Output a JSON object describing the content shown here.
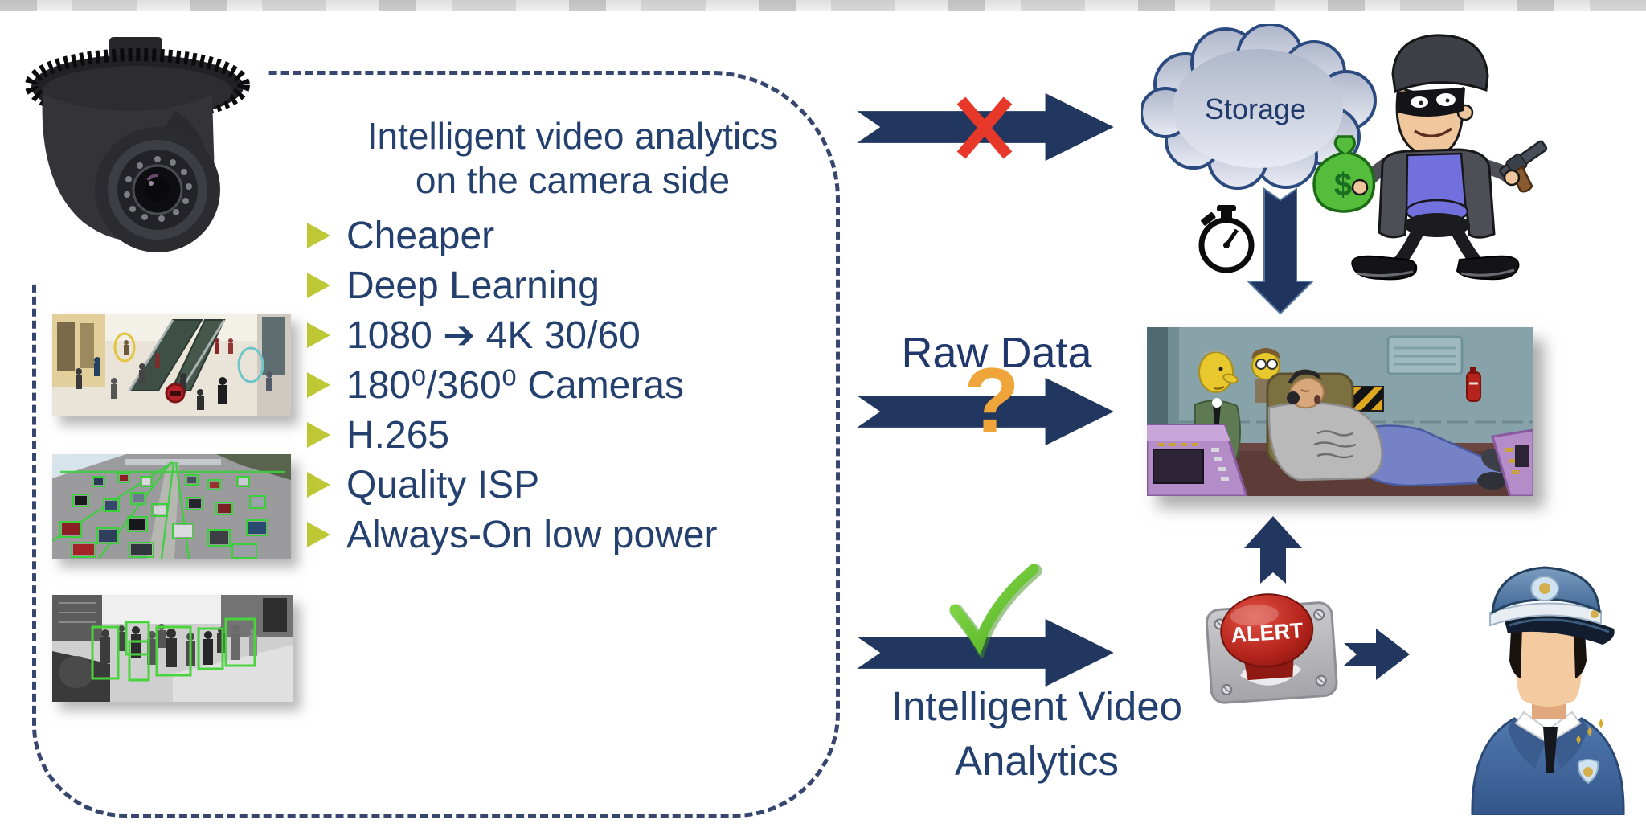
{
  "slide": {
    "panel": {
      "title_line1": "Intelligent video analytics",
      "title_line2": "on the camera side",
      "bullets": [
        "Cheaper",
        "Deep Learning",
        "1080 ➔ 4K 30/60",
        "180⁰/360⁰ Cameras",
        "H.265",
        "Quality ISP",
        "Always-On low power"
      ]
    },
    "no_analytics_flow": {
      "storage_label": "Storage"
    },
    "raw_data_flow": {
      "label": "Raw Data",
      "question_mark": "?"
    },
    "analytics_flow": {
      "label_line1": "Intelligent Video",
      "label_line2": "Analytics",
      "alert_label": "ALERT"
    },
    "colors": {
      "navy_arrow": "#21375f",
      "navy_text": "#24406e",
      "dashed_border": "#36466f",
      "bullet_green": "#bdc834",
      "cross_red": "#e8382a",
      "question_orange": "#f0a53a",
      "check_green": "#62c436",
      "alert_red": "#b5241c",
      "money_green": "#55bd3c",
      "detection_green": "#3ad03c"
    }
  }
}
